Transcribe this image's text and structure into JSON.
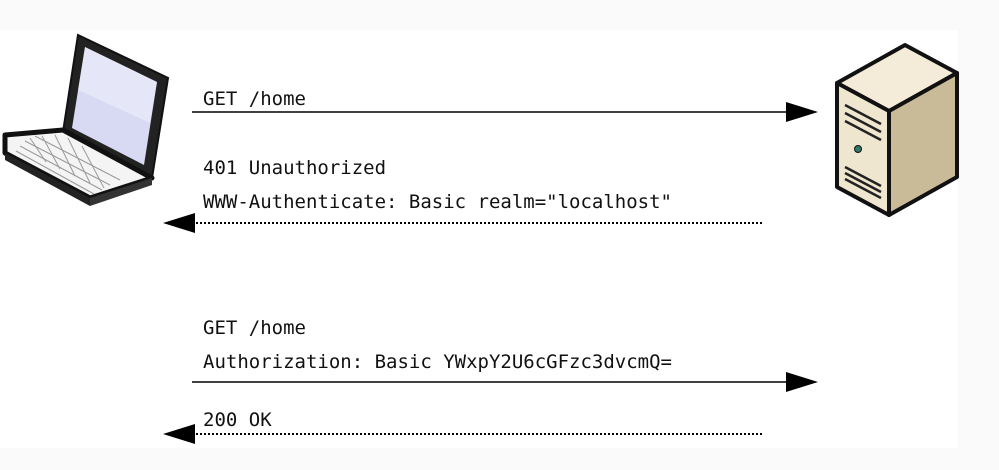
{
  "colors": {
    "arrow": "#000000",
    "laptop_body": "#222222",
    "laptop_screen": "#d8d9f2",
    "server_body": "#efe6cf",
    "server_shade": "#cfc2a2"
  },
  "icons": {
    "client": "laptop-icon",
    "server": "server-icon"
  },
  "messages": [
    {
      "direction": "client-to-server",
      "line_style": "solid",
      "lines": [
        "GET /home"
      ]
    },
    {
      "direction": "server-to-client",
      "line_style": "dotted",
      "lines": [
        "401 Unauthorized",
        "WWW-Authenticate: Basic realm=\"localhost\""
      ]
    },
    {
      "direction": "client-to-server",
      "line_style": "solid",
      "lines": [
        "GET /home",
        "Authorization: Basic YWxpY2U6cGFzc3dvcmQ="
      ]
    },
    {
      "direction": "server-to-client",
      "line_style": "dotted",
      "lines": [
        "200 OK"
      ]
    }
  ]
}
